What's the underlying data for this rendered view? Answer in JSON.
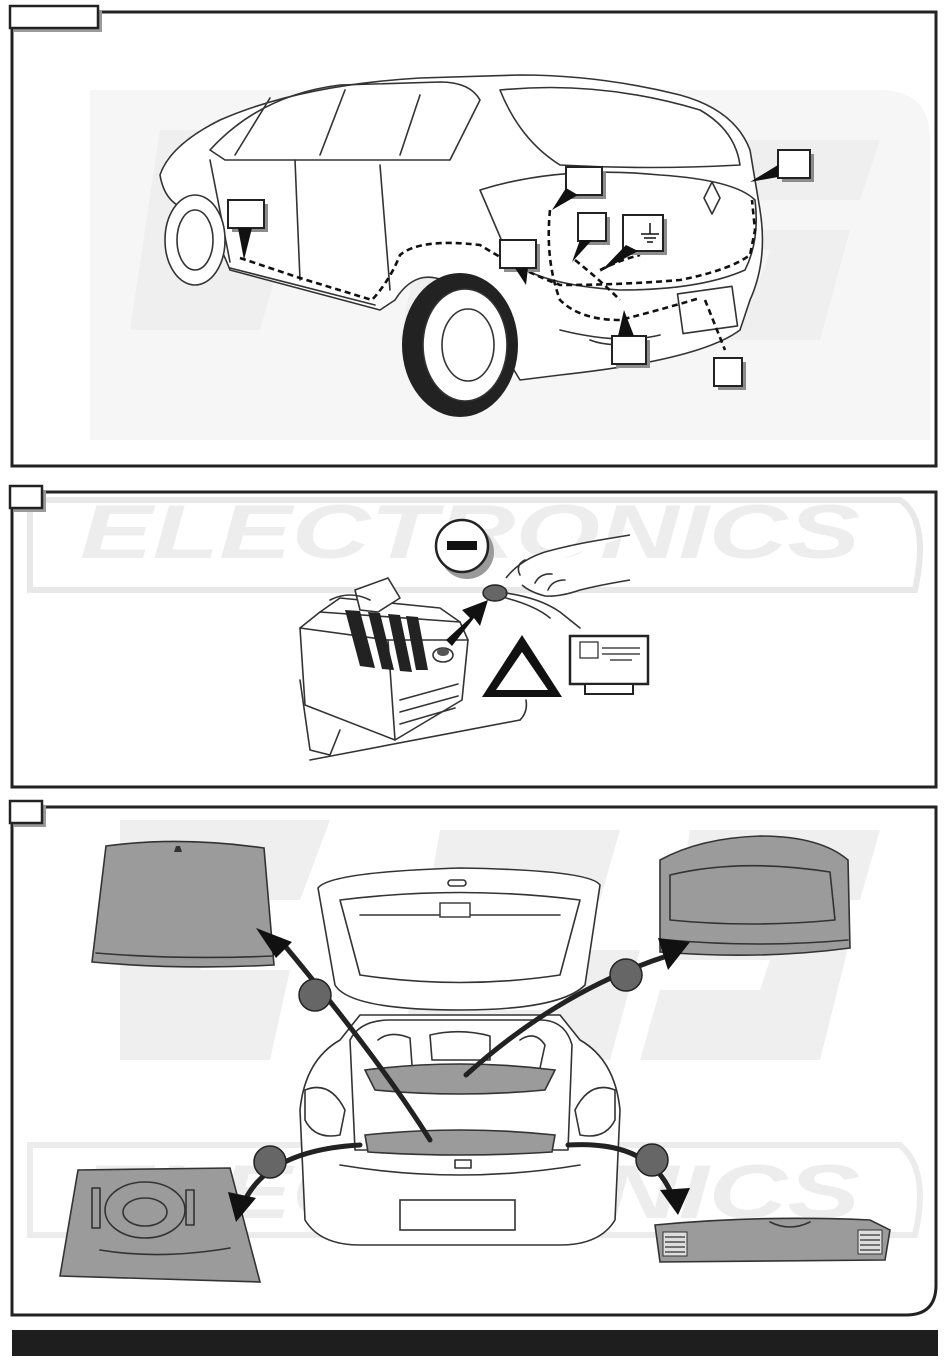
{
  "steps": [
    {
      "id": "step-1",
      "tab_label": ""
    },
    {
      "id": "step-2",
      "tab_label": ""
    },
    {
      "id": "step-3",
      "tab_label": ""
    }
  ],
  "step1_callouts": [
    {
      "id": "callout-sill",
      "label": ""
    },
    {
      "id": "callout-wheelarch",
      "label": ""
    },
    {
      "id": "callout-upper-center",
      "label": ""
    },
    {
      "id": "callout-center",
      "label": ""
    },
    {
      "id": "callout-ground",
      "label": "",
      "icon": "ground-symbol-icon"
    },
    {
      "id": "callout-right-lamp",
      "label": ""
    },
    {
      "id": "callout-bumper",
      "label": ""
    },
    {
      "id": "callout-tow-bar",
      "label": ""
    }
  ],
  "step2": {
    "battery_terminal_symbol": "minus-sign-icon",
    "warning_icon": "warning-triangle-icon",
    "radio_icon": "car-radio-icon"
  },
  "step3_parts": [
    {
      "id": "parcel-shelf",
      "icon": "parcel-shelf-panel"
    },
    {
      "id": "trunk-floor-cover",
      "icon": "trunk-floor-panel"
    },
    {
      "id": "spare-wheel-tray",
      "icon": "spare-wheel-tray-panel"
    },
    {
      "id": "rear-sill-trim",
      "icon": "rear-sill-trim-panel"
    }
  ],
  "watermark": {
    "text": "ELECTRONICS"
  },
  "colors": {
    "frame": "#222222",
    "part_fill": "#9b9b9b",
    "watermark": "#ededed",
    "footer": "#1e1e1e"
  }
}
